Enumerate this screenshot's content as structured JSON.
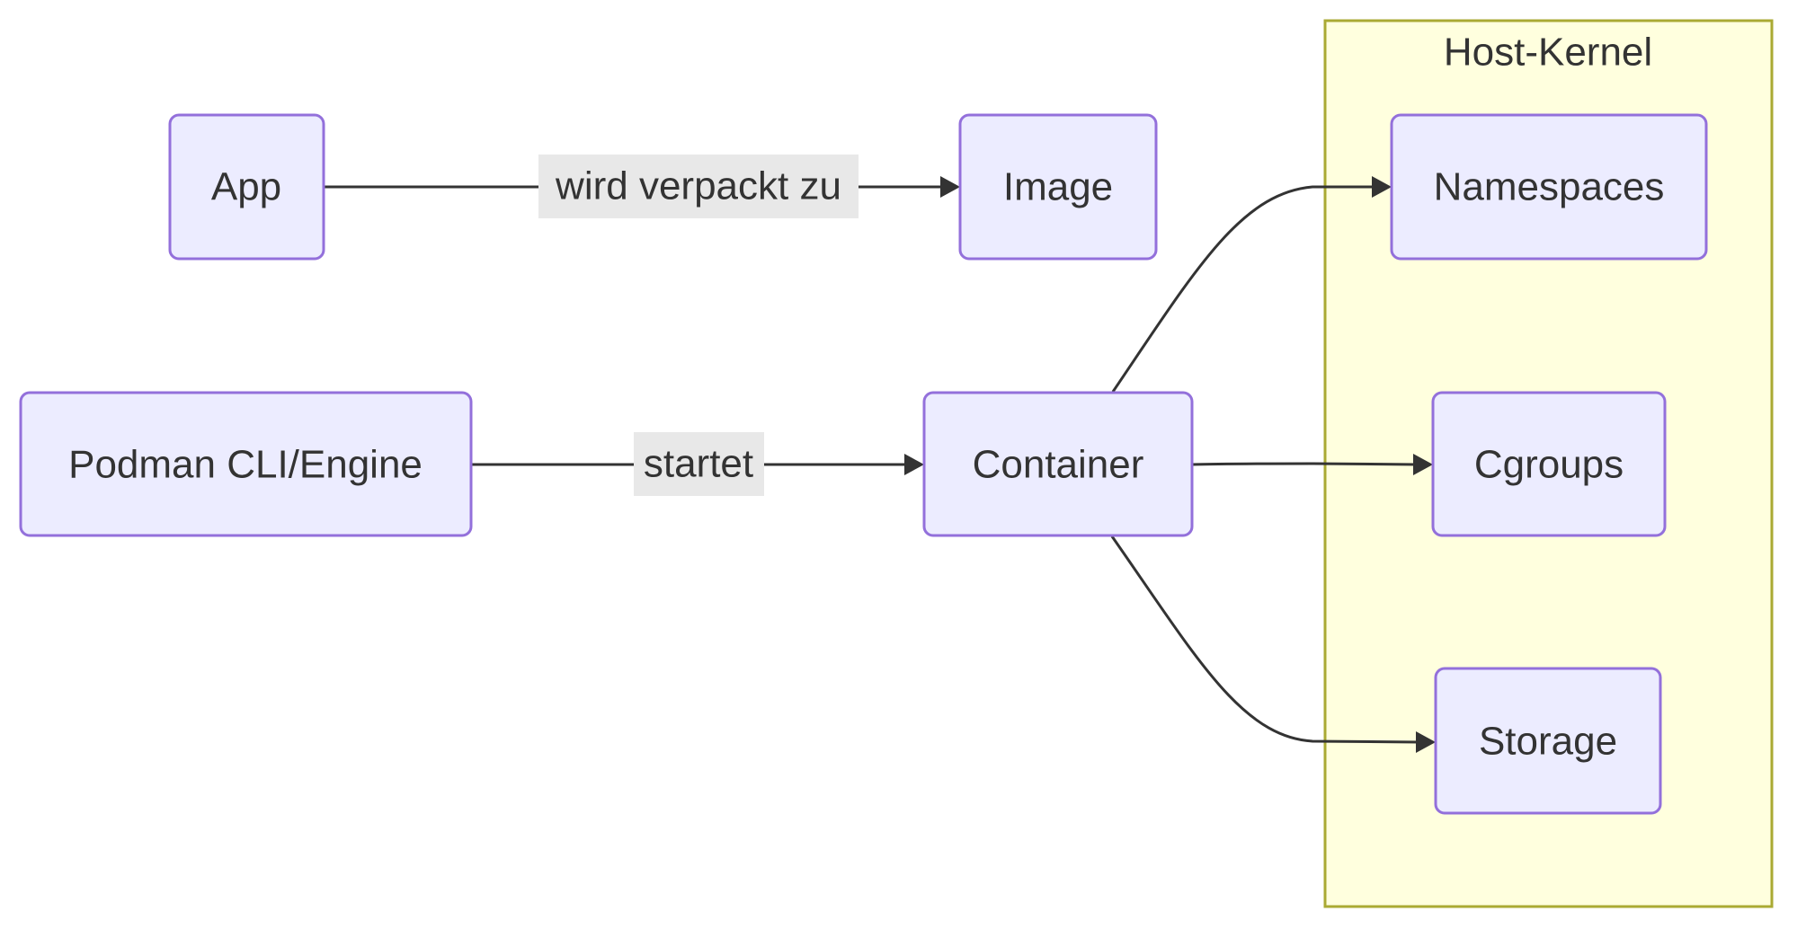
{
  "diagram": {
    "type": "flowchart",
    "direction": "LR",
    "colors": {
      "node_fill": "#ececff",
      "node_stroke": "#9370db",
      "cluster_fill": "#ffffde",
      "cluster_stroke": "#aaaa33",
      "edge": "#333333",
      "edge_label_bg": "#e8e8e8",
      "text": "#333333"
    },
    "clusters": [
      {
        "id": "host_kernel",
        "title": "Host-Kernel",
        "members": [
          "namespaces",
          "cgroups",
          "storage"
        ]
      }
    ],
    "nodes": [
      {
        "id": "app",
        "label": "App"
      },
      {
        "id": "image",
        "label": "Image"
      },
      {
        "id": "podman",
        "label": "Podman CLI/Engine"
      },
      {
        "id": "container",
        "label": "Container"
      },
      {
        "id": "namespaces",
        "label": "Namespaces"
      },
      {
        "id": "cgroups",
        "label": "Cgroups"
      },
      {
        "id": "storage",
        "label": "Storage"
      }
    ],
    "edges": [
      {
        "from": "app",
        "to": "image",
        "label": "wird verpackt zu"
      },
      {
        "from": "podman",
        "to": "container",
        "label": "startet"
      },
      {
        "from": "container",
        "to": "namespaces",
        "label": ""
      },
      {
        "from": "container",
        "to": "cgroups",
        "label": ""
      },
      {
        "from": "container",
        "to": "storage",
        "label": ""
      }
    ]
  }
}
